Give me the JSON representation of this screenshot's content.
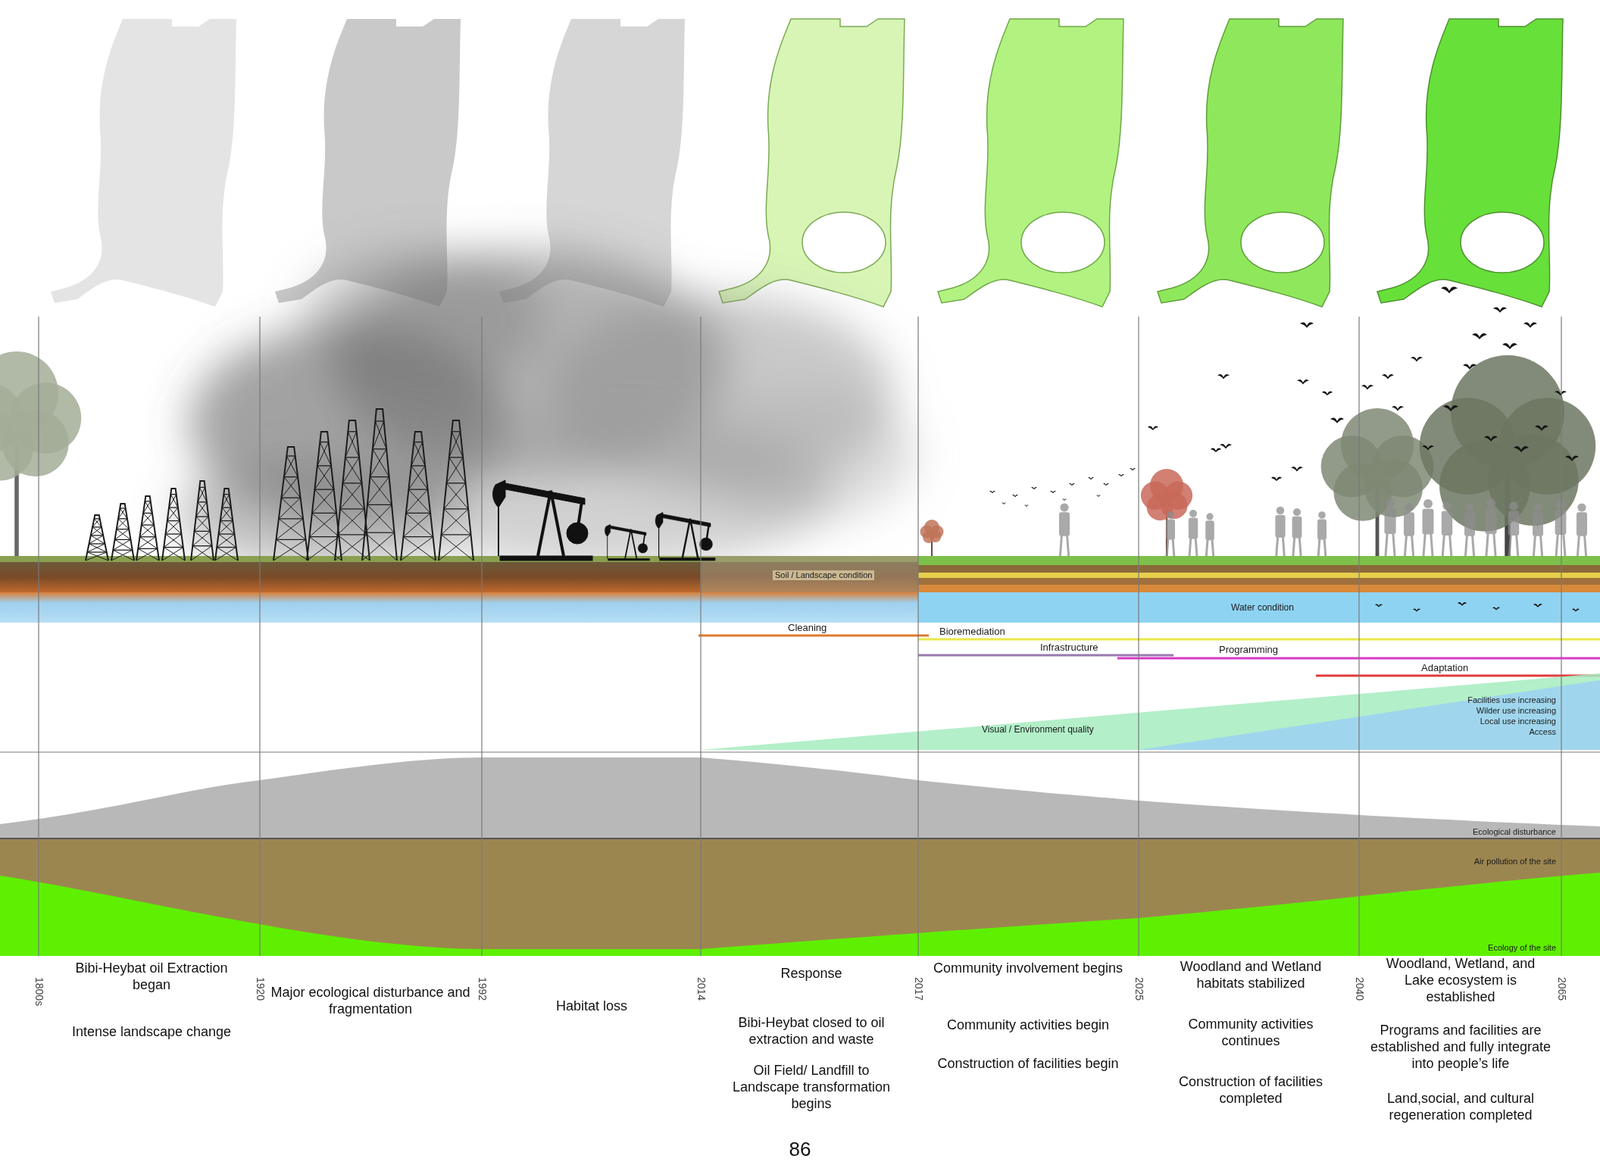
{
  "diagram": {
    "labels": [
      "Soil / Landscape condition",
      "Water condition",
      "Cleaning",
      "Bioremediation",
      "Infrastructure",
      "Programming",
      "Adaptation",
      "Visual / Environment quality",
      "Facilities use increasing",
      "Wilder use increasing",
      "Local use increasing",
      "Access",
      "Ecological disturbance",
      "Air pollution of the site",
      "Ecology of the site",
      "1800s",
      "1920",
      "1992",
      "2014",
      "2017",
      "2025",
      "2040",
      "2065",
      "Bibi-Heybat oil Extraction began",
      "Intense landscape change",
      "Major ecological disturbance and fragmentation",
      "Habitat loss",
      "Response",
      "Bibi-Heybat closed to oil extraction and waste",
      "Oil Field/ Landfill to Landscape transformation begins",
      "Community involvement begins",
      "Community activities begin",
      "Construction of facilities begin",
      "Woodland and Wetland habitats stabilized",
      "Community activities continues",
      "Construction of facilities completed",
      "Woodland, Wetland, and Lake ecosystem is established",
      "Programs and facilities are established and fully integrate into people’s life",
      "Land,social, and cultural regeneration completed",
      "86"
    ]
  }
}
